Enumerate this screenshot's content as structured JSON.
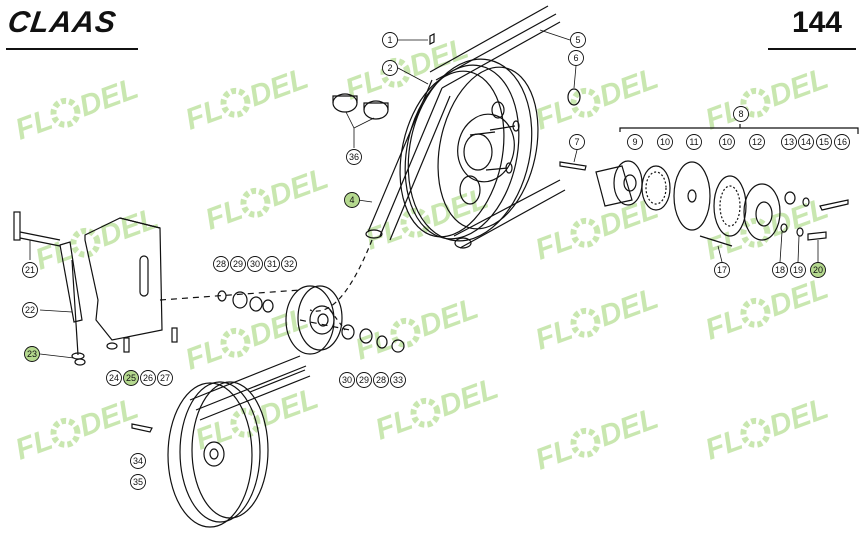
{
  "header": {
    "brand": "CLAAS",
    "page_number": "144"
  },
  "watermark": {
    "text_left": "FL",
    "text_right": "DEL",
    "color": "#c9e7b0"
  },
  "highlight_color": "#b5d98f",
  "callouts": [
    {
      "label": "1"
    },
    {
      "label": "2"
    },
    {
      "label": "4",
      "highlighted": true
    },
    {
      "label": "5"
    },
    {
      "label": "6"
    },
    {
      "label": "7"
    },
    {
      "label": "8"
    },
    {
      "label": "9"
    },
    {
      "label": "10"
    },
    {
      "label": "11"
    },
    {
      "label": "10"
    },
    {
      "label": "12"
    },
    {
      "label": "13"
    },
    {
      "label": "14"
    },
    {
      "label": "15"
    },
    {
      "label": "16"
    },
    {
      "label": "17"
    },
    {
      "label": "18"
    },
    {
      "label": "19"
    },
    {
      "label": "20",
      "highlighted": true
    },
    {
      "label": "21"
    },
    {
      "label": "22"
    },
    {
      "label": "23",
      "highlighted": true
    },
    {
      "label": "24"
    },
    {
      "label": "25",
      "highlighted": true
    },
    {
      "label": "26"
    },
    {
      "label": "27"
    },
    {
      "label": "28"
    },
    {
      "label": "29"
    },
    {
      "label": "30"
    },
    {
      "label": "31"
    },
    {
      "label": "32"
    },
    {
      "label": "30"
    },
    {
      "label": "29"
    },
    {
      "label": "28"
    },
    {
      "label": "33"
    },
    {
      "label": "34"
    },
    {
      "label": "35"
    },
    {
      "label": "36"
    }
  ]
}
